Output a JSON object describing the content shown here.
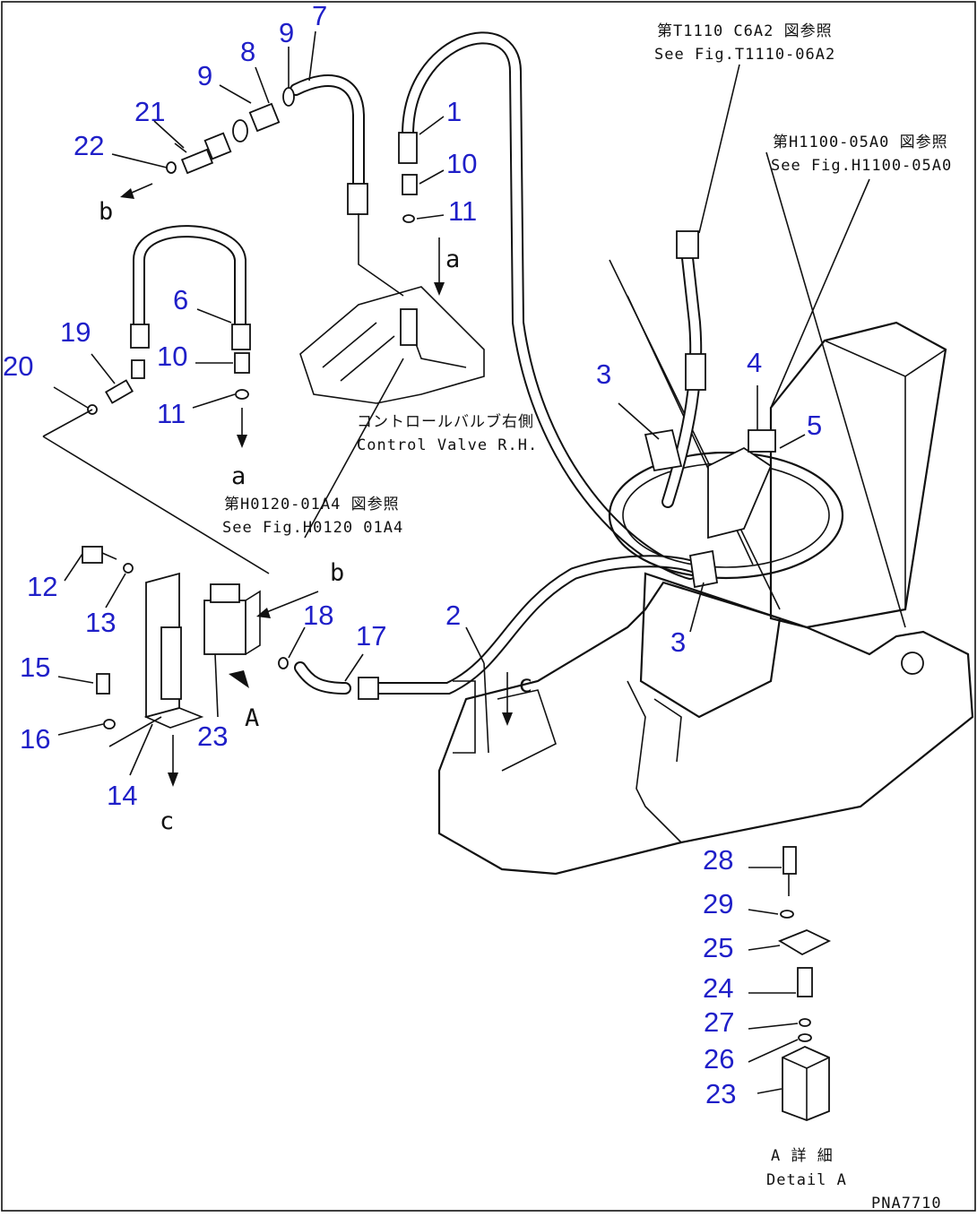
{
  "part_numbers": [
    "1",
    "2",
    "3",
    "3",
    "4",
    "5",
    "6",
    "7",
    "8",
    "9",
    "9",
    "10",
    "10",
    "11",
    "11",
    "12",
    "13",
    "14",
    "15",
    "16",
    "17",
    "18",
    "19",
    "20",
    "21",
    "22",
    "23",
    "23",
    "24",
    "25",
    "26",
    "27",
    "28",
    "29"
  ],
  "letters": [
    "a",
    "a",
    "b",
    "b",
    "c",
    "c",
    "A"
  ],
  "notes": {
    "ref_t1110_jp": "第T1110 C6A2 図参照",
    "ref_t1110_en": "See Fig.T1110-06A2",
    "ref_h1100_jp": "第H1100-05A0 図参照",
    "ref_h1100_en": "See Fig.H1100-05A0",
    "control_valve_jp": "コントロールバルブ右側",
    "control_valve_en": "Control Valve R.H.",
    "ref_h0120_jp": "第H0120-01A4 図参照",
    "ref_h0120_en": "See Fig.H0120 01A4",
    "detail_jp": "A 詳 細",
    "detail_en": "Detail A",
    "drawing_code": "PNA7710"
  },
  "colors": {
    "part_number": "#1f1fc8",
    "line": "#111111",
    "background": "#ffffff"
  }
}
